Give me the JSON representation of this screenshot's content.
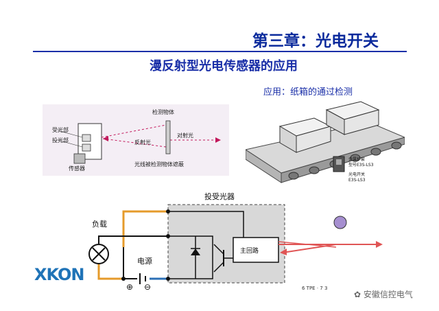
{
  "header": {
    "chapter_title": "第三章：光电开关",
    "subtitle": "漫反射型光电传感器的应用"
  },
  "application_label": "应用：纸箱的通过检测",
  "reflect_diagram": {
    "object_label": "检测物体",
    "receiver_label": "受光部",
    "emitter_label": "投光部",
    "sensor_label": "传感器",
    "reflected_light": "反射光",
    "opposite_light": "对射光",
    "blocked_caption": "光线被检测物体遮蔽"
  },
  "conveyor_photo": {
    "callout_1": "金属护套",
    "callout_2": "型号E3S-LS3",
    "callout_3": "光电开关",
    "callout_4": "E3S-LS3"
  },
  "circuit": {
    "box_label": "投受光器",
    "main_circuit": "主回路",
    "load_label": "负载",
    "power_label": "电源",
    "plus": "⊕",
    "minus": "⊖",
    "page_mark": "6 TPE · 7 3"
  },
  "logo_text": "XKON",
  "watermark": "安徽信控电气",
  "colors": {
    "title_blue": "#0a2a9c",
    "wire_orange": "#e59a2a",
    "wire_blue": "#2b6fb6",
    "light_red": "#e05555",
    "logo_blue": "#1f73b7",
    "target_purple": "#a68fd0"
  }
}
